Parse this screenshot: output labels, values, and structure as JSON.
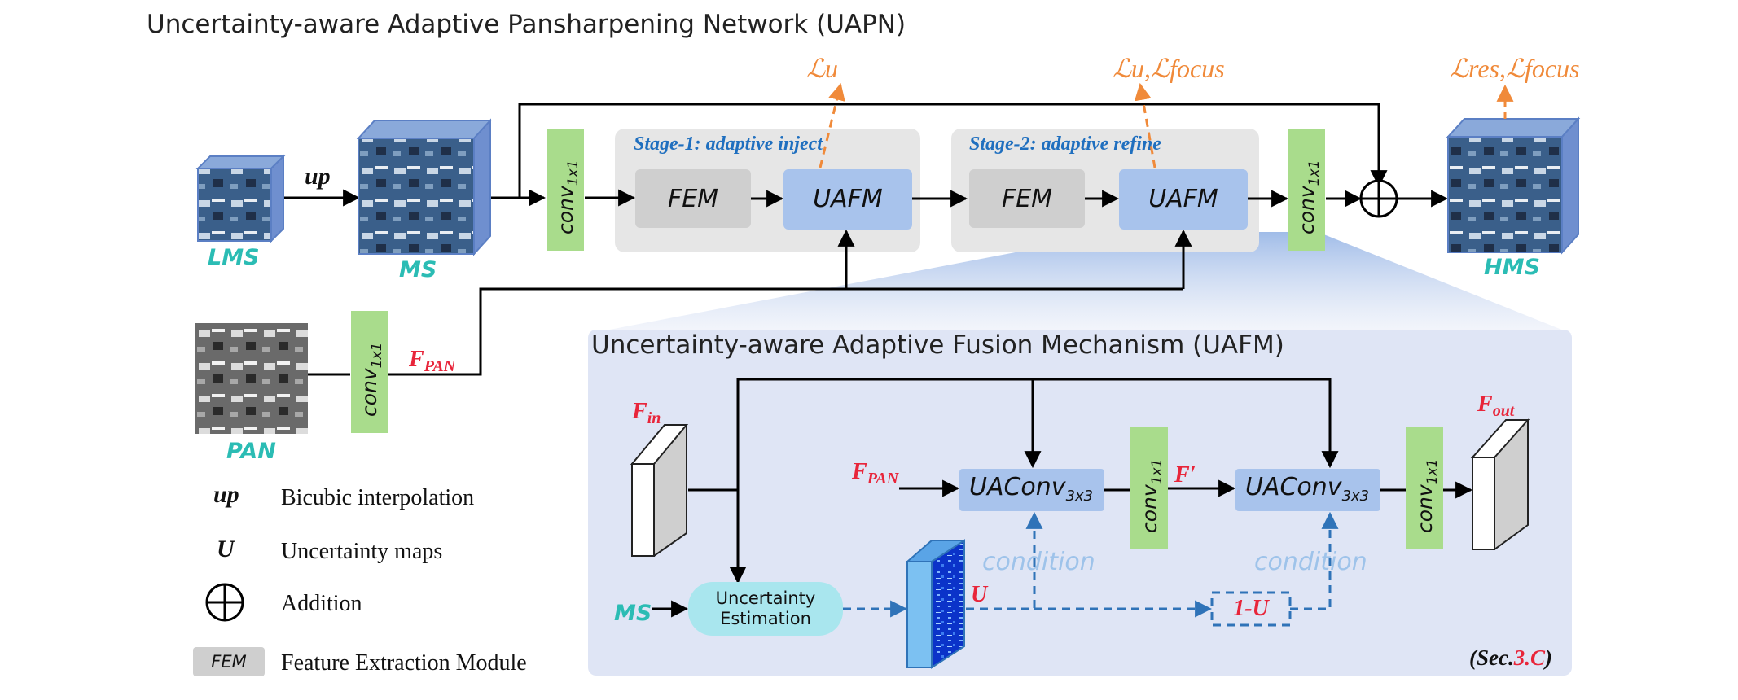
{
  "title": "Uncertainty-aware Adaptive Pansharpening Network (UAPN)",
  "labels": {
    "up": "up",
    "lms": "LMS",
    "ms": "MS",
    "pan": "PAN",
    "hms": "HMS",
    "f_pan": "F",
    "f_pan_sub": "PAN",
    "loss_stage1": "ℒu",
    "loss_stage2": "ℒu,ℒfocus",
    "loss_out": "ℒres,ℒfocus"
  },
  "stages": {
    "stage1": "Stage-1:   adaptive inject",
    "stage2": "Stage-2:   adaptive refine"
  },
  "blocks": {
    "fem": "FEM",
    "uafm": "UAFM",
    "conv": "conv",
    "conv_sub": "1x1"
  },
  "uafm_panel": {
    "title": "Uncertainty-aware Adaptive Fusion Mechanism (UAFM)",
    "f_in": "F",
    "f_in_sub": "in",
    "f_out": "F",
    "f_out_sub": "out",
    "f_pan": "F",
    "f_pan_sub": "PAN",
    "f_prime": "F′",
    "uaconv": "UAConv",
    "uaconv_sub": "3x3",
    "ms": "MS",
    "uncertainty_line1": "Uncertainty",
    "uncertainty_line2": "Estimation",
    "u": "U",
    "one_minus_u": "1-U",
    "condition": "condition",
    "sec_prefix": "(Sec.",
    "sec_num": "3.C",
    "sec_suffix": ")"
  },
  "legend": [
    {
      "symbol": "up",
      "text": "Bicubic interpolation"
    },
    {
      "symbol": "U",
      "text": "Uncertainty maps"
    },
    {
      "symbol": "⊕",
      "text": "Addition"
    },
    {
      "symbol": "FEM",
      "text": "Feature Extraction Module"
    }
  ],
  "colors": {
    "teal": "#2bbcb4",
    "red": "#e8253a",
    "orange": "#f08a3a",
    "stage_blue": "#1f6fbf",
    "uafm_fill": "#a8c3ec",
    "fem_fill": "#cfcfcf",
    "conv_fill": "#a9dc8c",
    "panel_fill": "#dfe5f5",
    "dash_blue": "#2f73b8"
  }
}
